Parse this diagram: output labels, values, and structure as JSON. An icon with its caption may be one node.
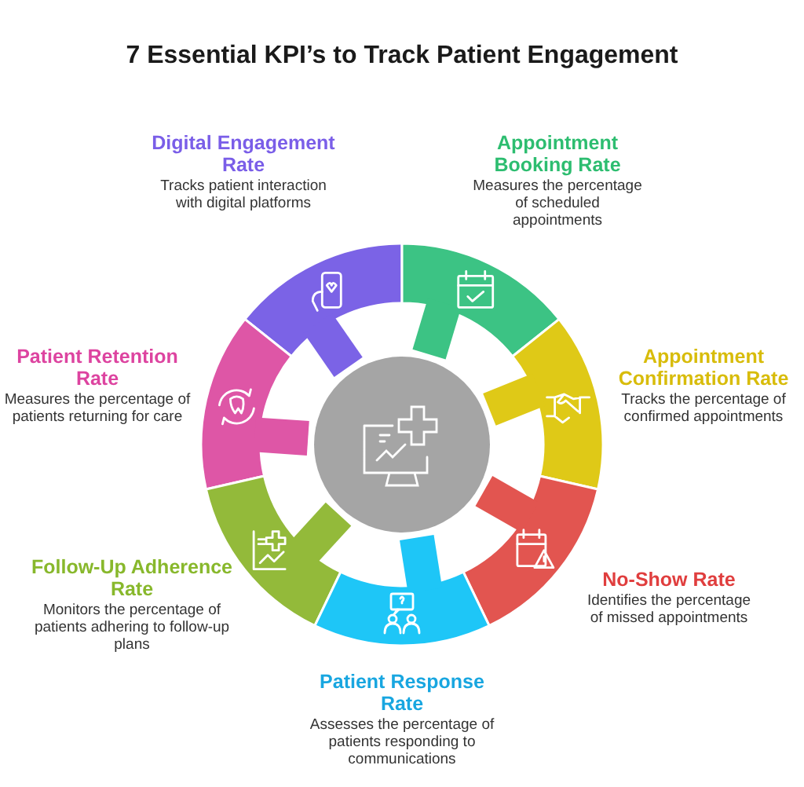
{
  "diagram": {
    "title": "7 Essential KPI’s to Track Patient Engagement",
    "nodes": [
      {
        "text": [
          "Digital Engagement Rate",
          "Tracks patient interaction with digital platforms"
        ]
      },
      {
        "text": [
          "Appointment Booking Rate",
          "Measures the percentage of scheduled appointments"
        ]
      },
      {
        "text": [
          "Patient Retention Rate",
          "Measures the percentage of patients returning for care"
        ]
      },
      {
        "text": [
          "Appointment Confirmation Rate",
          "Tracks the percentage of confirmed appointments"
        ]
      },
      {
        "text": [
          "Follow-Up Adherence Rate",
          "Monitors the percentage of patients adhering to follow-up plans"
        ]
      },
      {
        "text": [
          "No-Show Rate",
          "Identifies the percentage of missed appointments"
        ]
      },
      {
        "text": [
          "Patient Response Rate",
          "Assesses the percentage of patients responding to communications"
        ]
      },
      {
        "text": [],
        "shape": "circle"
      }
    ],
    "edges": []
  }
}
